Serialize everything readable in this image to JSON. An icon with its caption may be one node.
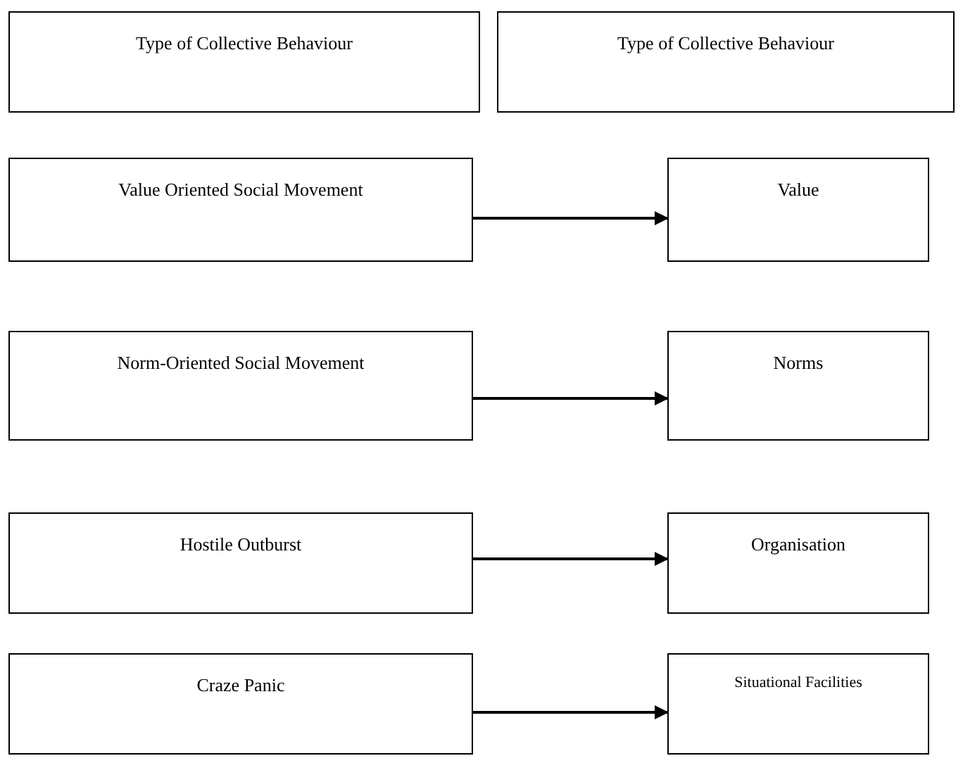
{
  "diagram": {
    "nodes": [
      {
        "text": [
          "Type of Collective Behaviour"
        ]
      },
      {
        "text": [
          "Type of Collective Behaviour"
        ]
      },
      {
        "text": [
          "Value Oriented Social Movement"
        ]
      },
      {
        "text": [
          "Value"
        ]
      },
      {
        "text": [
          "Norm-Oriented Social Movement"
        ]
      },
      {
        "text": [
          "Norms"
        ]
      },
      {
        "text": [
          "Hostile Outburst"
        ]
      },
      {
        "text": [
          "Organisation"
        ]
      },
      {
        "text": [
          "Craze Panic"
        ]
      },
      {
        "text": [
          "Situational Facilities"
        ]
      }
    ],
    "edges": [
      {
        "from": 2,
        "to": 3,
        "arrow": "to"
      },
      {
        "from": 4,
        "to": 5,
        "arrow": "to"
      },
      {
        "from": 6,
        "to": 7,
        "arrow": "to"
      },
      {
        "from": 8,
        "to": 9,
        "arrow": "to"
      }
    ]
  }
}
